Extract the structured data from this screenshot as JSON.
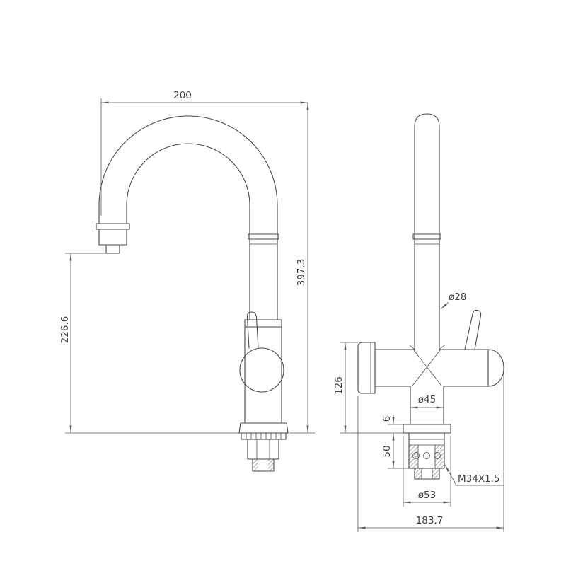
{
  "dimensions": {
    "spout_reach": "200",
    "total_height": "397.3",
    "spout_outlet_height": "226.6",
    "riser_diameter": "ø28",
    "body_height": "126",
    "body_diameter": "ø45",
    "base_step": "6",
    "thread_length": "50",
    "thread_spec": "M34X1.5",
    "base_diameter": "ø53",
    "overall_width": "183.7"
  }
}
